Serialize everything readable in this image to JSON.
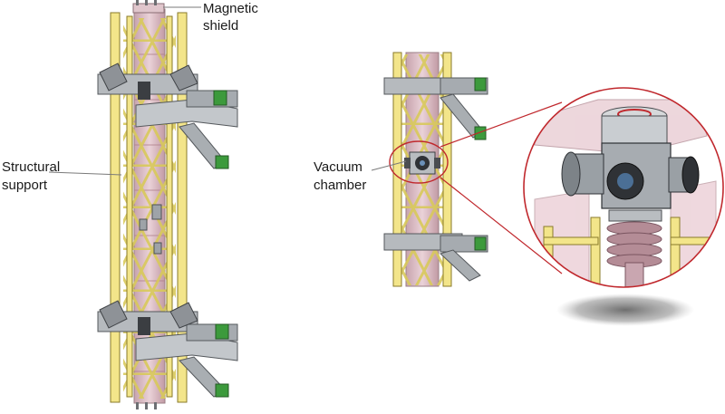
{
  "labels": {
    "magnetic_shield_line1": "Magnetic",
    "magnetic_shield_line2": "shield",
    "structural_support_line1": "Structural",
    "structural_support_line2": "support",
    "vacuum_chamber_line1": "Vacuum",
    "vacuum_chamber_line2": "chamber"
  },
  "colors": {
    "frame_yellow": "#f3e58a",
    "frame_edge": "#8a7a2a",
    "shield_pink": "#d9b8c0",
    "steel_grey": "#9ea3a8",
    "green_plate": "#3c9a3c",
    "zoom_circle": "#c0282d",
    "chamber_dark": "#2f3236"
  }
}
